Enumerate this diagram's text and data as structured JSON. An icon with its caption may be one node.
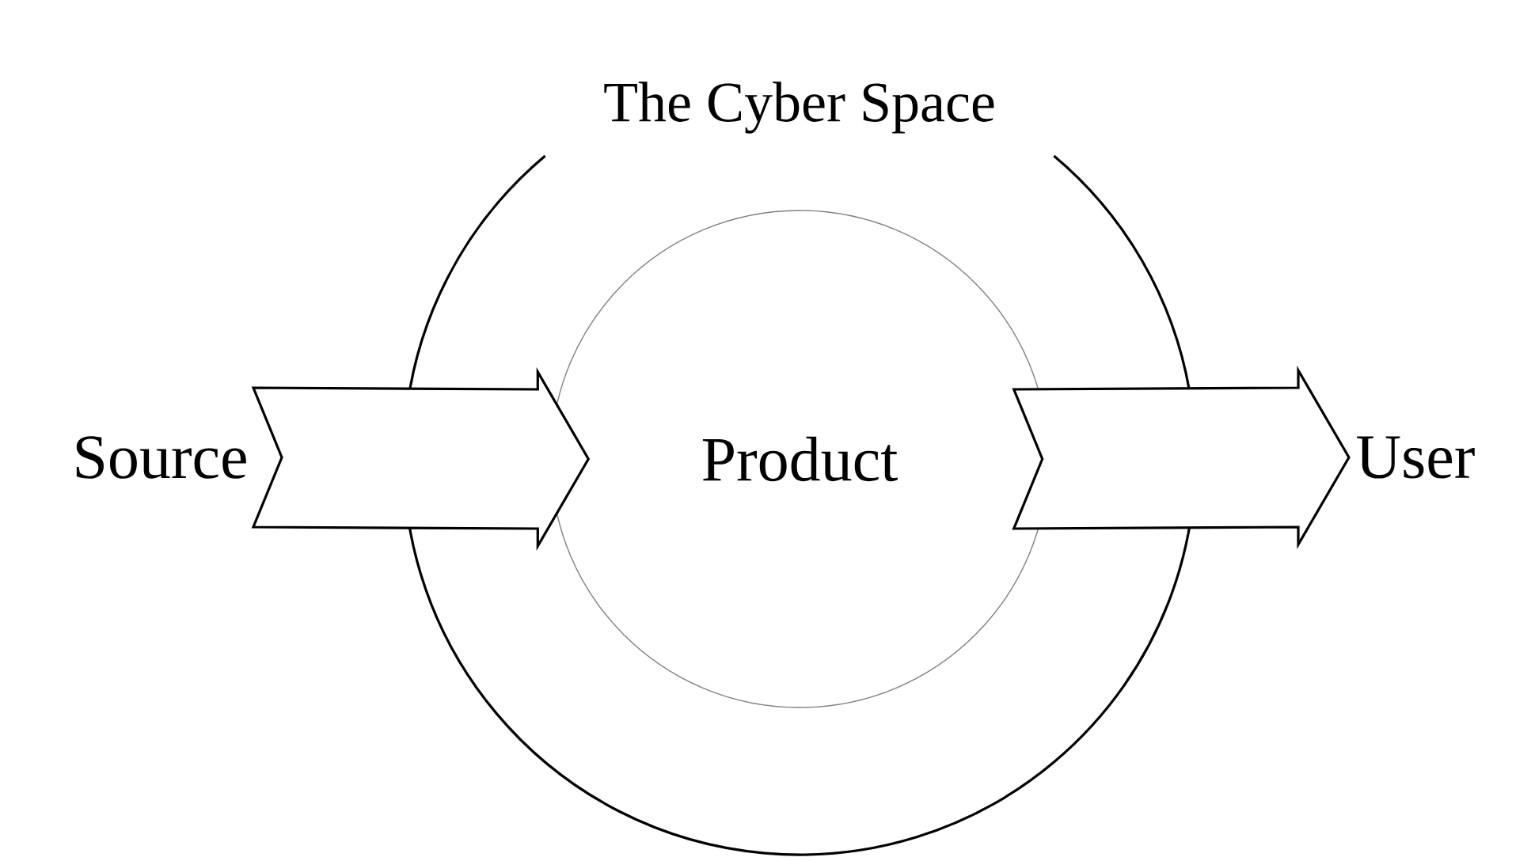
{
  "diagram": {
    "nodes": [
      {
        "text": [
          "The Cyber Space"
        ]
      },
      {
        "text": [
          "Product"
        ],
        "in": 0
      },
      {
        "text": [
          "Source"
        ]
      },
      {
        "text": [
          "User"
        ]
      }
    ],
    "edges": [
      {
        "from": 2,
        "to": 1,
        "arrow": "to"
      },
      {
        "from": 1,
        "to": 3,
        "arrow": "to"
      }
    ]
  }
}
